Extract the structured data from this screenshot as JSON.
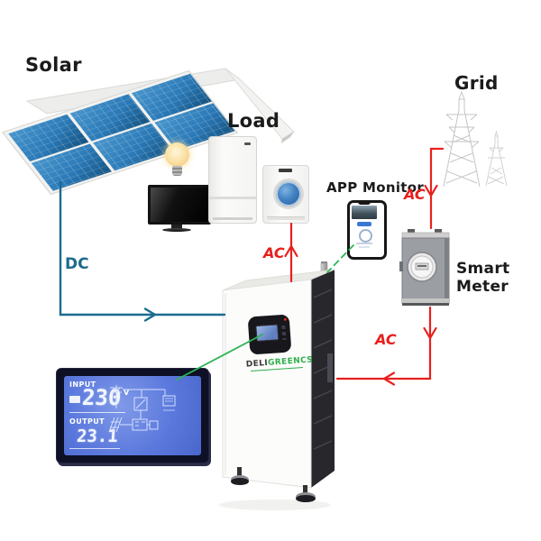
{
  "diagram_labels": {
    "solar": "Solar",
    "load": "Load",
    "grid": "Grid",
    "app_monitor": "APP Monitor",
    "smart_meter": "Smart Meter"
  },
  "flow_labels": {
    "dc": "DC",
    "ac_battery_to_load": "AC",
    "ac_grid_to_meter": "AC",
    "ac_meter_to_battery": "AC"
  },
  "battery_unit": {
    "brand_prefix": "DELI",
    "brand_suffix": "GREENCS"
  },
  "lcd_monitor": {
    "input_label": "INPUT",
    "input_value": "230",
    "input_unit": "V",
    "output_label": "OUTPUT",
    "output_value": "23.1"
  },
  "colors": {
    "dc_line": "#1b6b8e",
    "ac_line": "#e8201d",
    "link_line": "#2fb457",
    "solar_panel_blue": "#2b7ab8",
    "lcd_screen_blue": "#5b79dd",
    "brand_green": "#2fae4d"
  }
}
